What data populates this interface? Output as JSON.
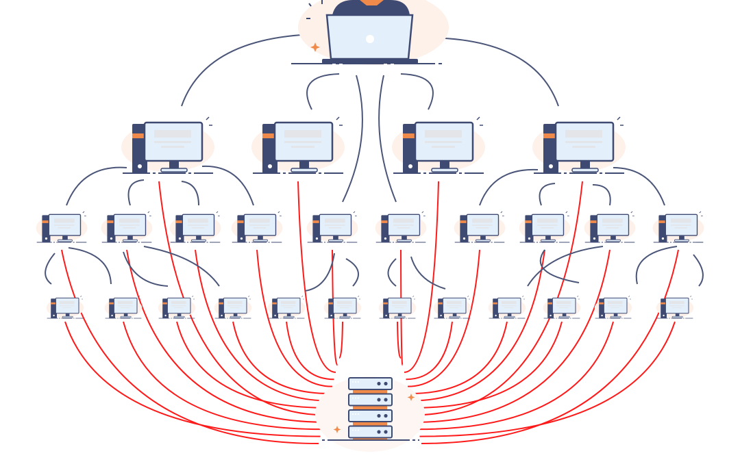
{
  "diagram": {
    "description_tiers": [
      "user-laptop",
      "primary-desktops",
      "secondary-desktops",
      "tertiary-desktops",
      "server"
    ],
    "counts": {
      "primary": 4,
      "secondary": 10,
      "tertiary": 12
    },
    "colors": {
      "navy": "#3f4a72",
      "screen": "#e3f0fb",
      "accent_orange": "#f08a4b",
      "link_red": "#ff1a1a",
      "link_navy": "#4a5578",
      "blob": "#fdf1ea",
      "placeholder_gray": "#e3e5e8"
    }
  }
}
